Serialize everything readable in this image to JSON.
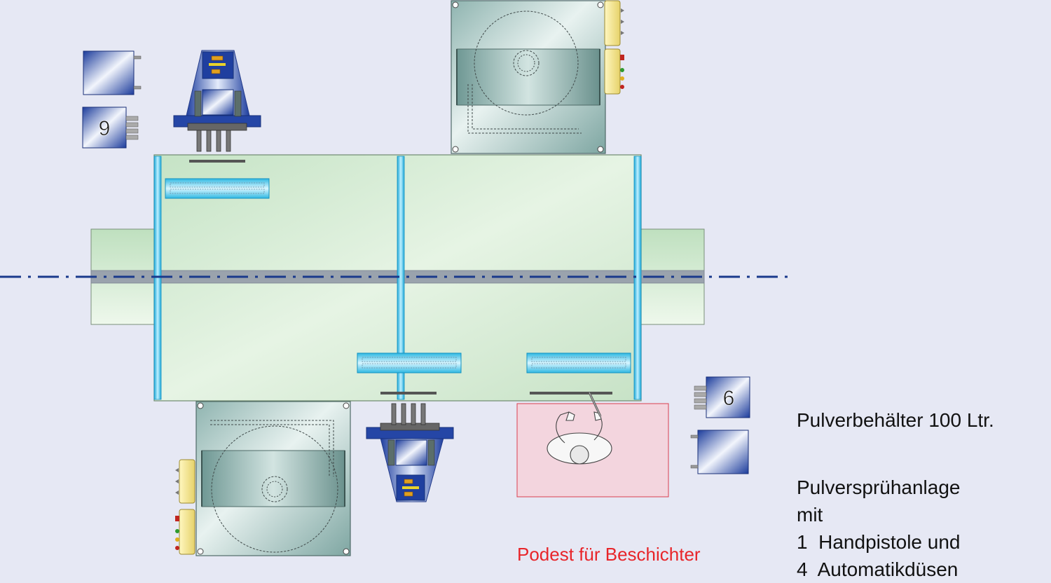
{
  "labels": {
    "platform": "Podest für Beschichter",
    "powder_container": "Pulverbehälter  100 Ltr.",
    "spray_system_line1": "Pulversprühanlage",
    "spray_system_line2": "mit",
    "spray_system_line3": "1  Handpistole und",
    "spray_system_line4": "4  Automatikdüsen"
  },
  "control_box_numbers": {
    "upper_left": "9",
    "lower_right": "6"
  },
  "colors": {
    "background": "#e6e8f4",
    "booth_green": "#d6ecd4",
    "divider_cyan": "#29b6e0",
    "centerline_blue": "#1a3a8c",
    "platform_pink": "#f4d4dc",
    "platform_text_red": "#e8252a"
  },
  "icons": [
    "operator-figure-icon",
    "spray-gun-icon",
    "fan-wheel-icon"
  ]
}
